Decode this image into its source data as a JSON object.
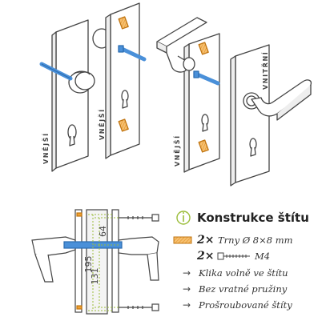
{
  "labels": {
    "outer": "VNĚJŠÍ",
    "inner": "VNITŘNÍ"
  },
  "dimensions": {
    "d1": "195",
    "d2": "64",
    "d3": "131"
  },
  "legend": {
    "title": "Konstrukce štítu",
    "count1": "2×",
    "item1": "Trny Ø 8×8 mm",
    "count2": "2×",
    "item2": "M4",
    "features": [
      "Klika volně ve štítu",
      "Bez vratné pružiny",
      "Prošroubované štíty"
    ]
  },
  "colors": {
    "accent_green": "#9bbd3a",
    "pin_orange": "#f0a030",
    "blue_pin": "#4a90d9",
    "stroke": "#444444"
  },
  "icons": {
    "info": "info-icon",
    "pin": "pin-icon",
    "screw": "screw-icon",
    "arrow": "arrow-right-icon"
  }
}
